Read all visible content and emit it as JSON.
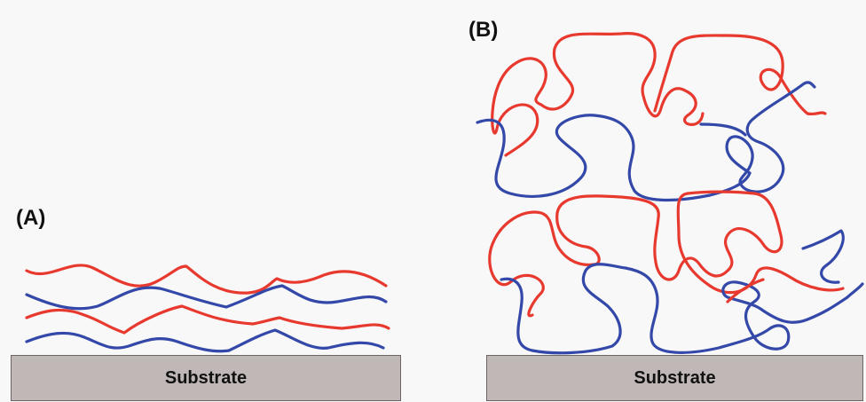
{
  "panel_a": {
    "label": "(A)",
    "substrate_label": "Substrate"
  },
  "panel_b": {
    "label": "(B)",
    "substrate_label": "Substrate"
  },
  "colors": {
    "red_chain": "#e8392f",
    "blue_chain": "#3348a8",
    "substrate": "#bfb8b6",
    "background": "#f8f8f8"
  }
}
